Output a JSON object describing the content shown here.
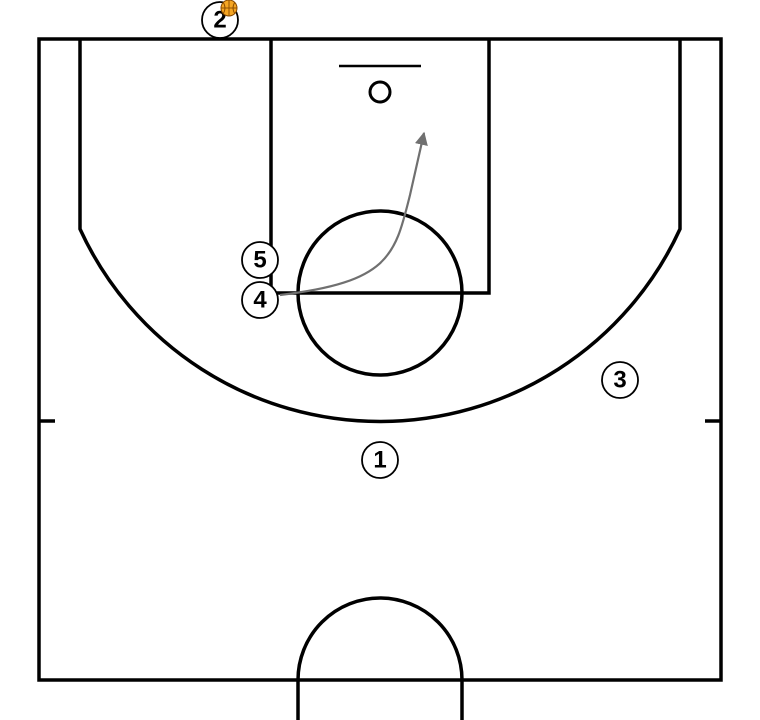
{
  "court": {
    "line_color": "#000000",
    "background": "#ffffff"
  },
  "players": [
    {
      "id": "player-1",
      "label": "1",
      "has_ball": false
    },
    {
      "id": "player-2",
      "label": "2",
      "has_ball": true
    },
    {
      "id": "player-3",
      "label": "3",
      "has_ball": false
    },
    {
      "id": "player-4",
      "label": "4",
      "has_ball": false
    },
    {
      "id": "player-5",
      "label": "5",
      "has_ball": false
    }
  ],
  "ball": {
    "icon": "basketball-icon",
    "color": "#f5a623",
    "seam_color": "#8a4b00"
  },
  "movements": [
    {
      "type": "cut",
      "from_player": "4",
      "color": "#707070"
    }
  ]
}
